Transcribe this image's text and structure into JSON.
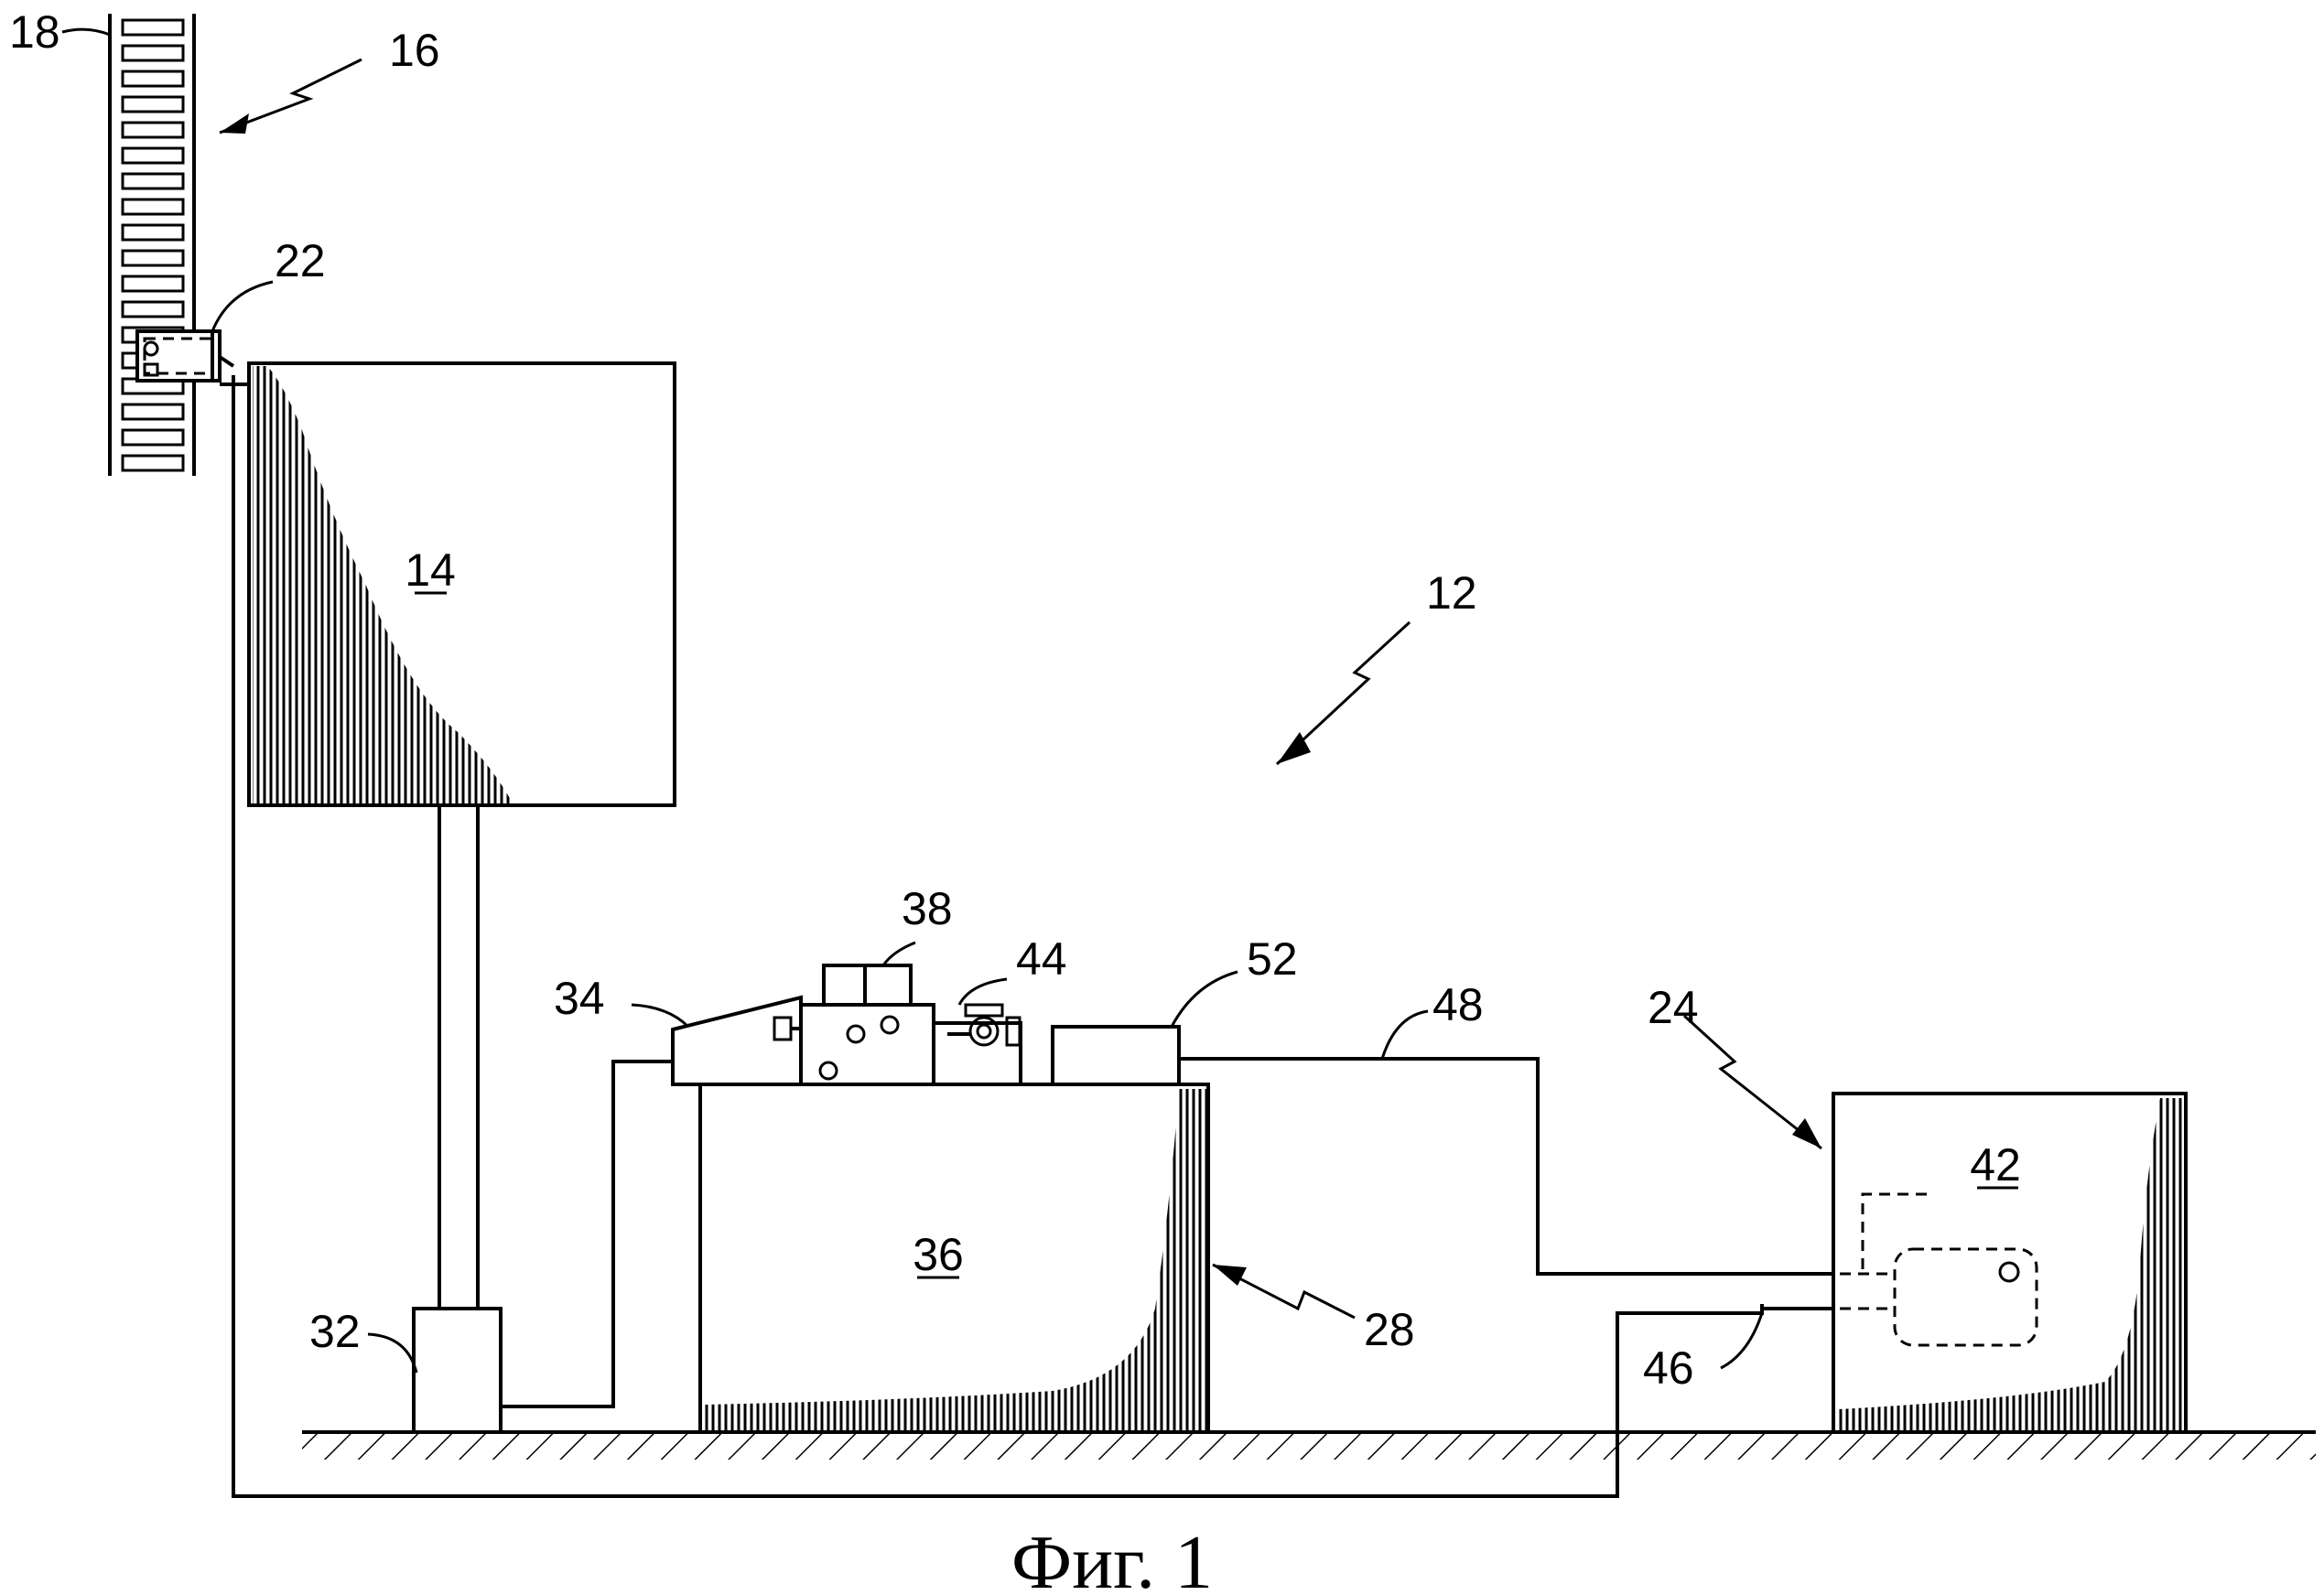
{
  "caption": "Фиг. 1",
  "labels": {
    "n12": "12",
    "n14": "14",
    "n16": "16",
    "n18": "18",
    "n22": "22",
    "n24": "24",
    "n28": "28",
    "n32": "32",
    "n34": "34",
    "n36": "36",
    "n38": "38",
    "n42": "42",
    "n44": "44",
    "n46": "46",
    "n48": "48",
    "n52": "52"
  }
}
